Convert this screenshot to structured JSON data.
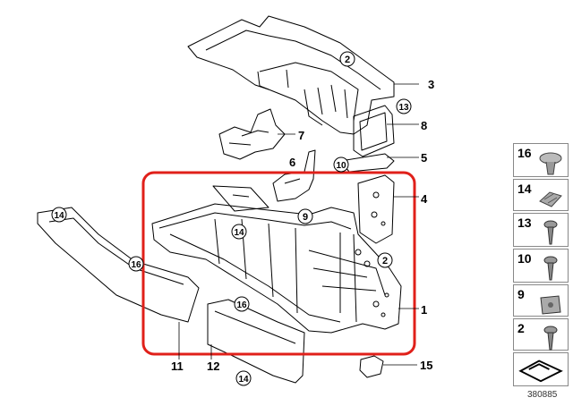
{
  "diagram": {
    "callouts": {
      "c1": "1",
      "c2a": "2",
      "c2b": "2",
      "c3": "3",
      "c4": "4",
      "c5": "5",
      "c6": "6",
      "c7": "7",
      "c8": "8",
      "c9": "9",
      "c10": "10",
      "c11": "11",
      "c12": "12",
      "c13": "13",
      "c14a": "14",
      "c14b": "14",
      "c14c": "14",
      "c15": "15",
      "c16a": "16",
      "c16b": "16"
    },
    "highlight_color": "#e0201a"
  },
  "legend": {
    "items": [
      {
        "label": "16",
        "icon": "push-clip-icon"
      },
      {
        "label": "14",
        "icon": "spring-nut-icon"
      },
      {
        "label": "13",
        "icon": "screw-icon"
      },
      {
        "label": "10",
        "icon": "screw-icon"
      },
      {
        "label": "9",
        "icon": "clip-nut-icon"
      },
      {
        "label": "2",
        "icon": "screw-icon"
      },
      {
        "label": "",
        "icon": "kit-arrow-icon"
      }
    ]
  },
  "catalog_number": "380885"
}
